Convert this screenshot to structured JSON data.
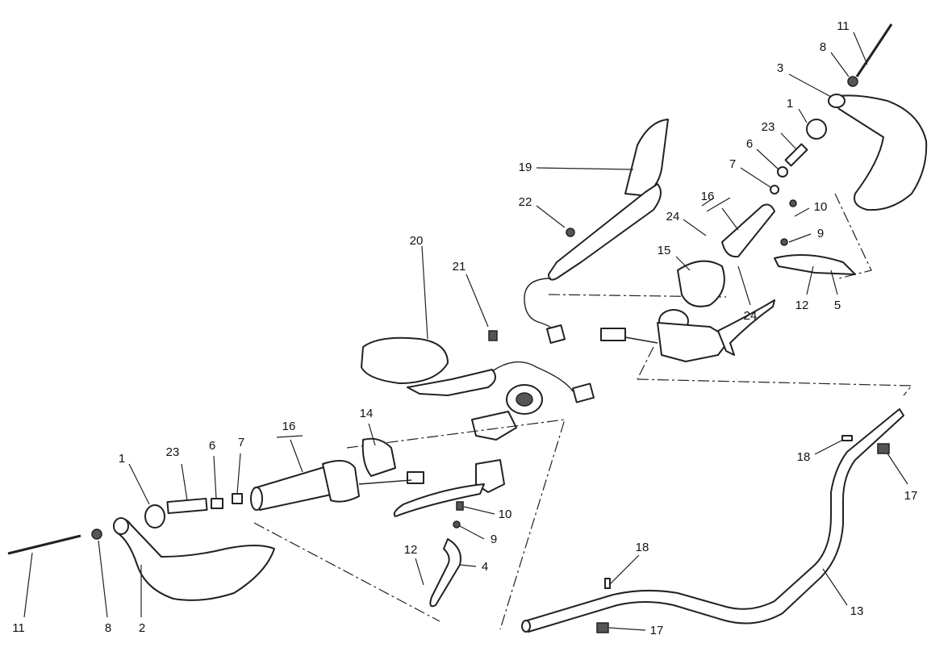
{
  "diagram": {
    "callouts": {
      "top_right": [
        "11",
        "8",
        "3",
        "1",
        "23",
        "6",
        "7",
        "16",
        "10",
        "24",
        "9",
        "15",
        "12",
        "5",
        "24"
      ],
      "mirror_right": [
        "19",
        "22"
      ],
      "mirror_left": [
        "20",
        "21"
      ],
      "left": [
        "14",
        "16",
        "1",
        "23",
        "6",
        "7",
        "11",
        "8",
        "2",
        "10",
        "9",
        "12",
        "4"
      ],
      "handlebar": [
        "18",
        "17",
        "18",
        "13",
        "17"
      ]
    }
  }
}
